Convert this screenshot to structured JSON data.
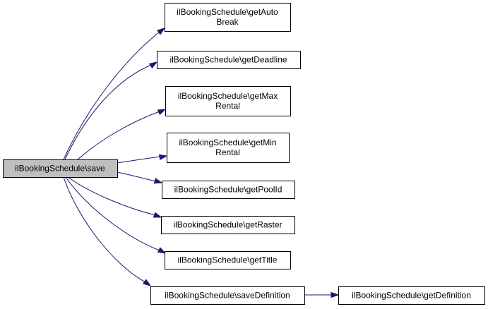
{
  "colors": {
    "edge": "#191970",
    "root_fill": "#bfbfbf",
    "node_fill": "#ffffff",
    "node_border": "#000000"
  },
  "nodes": {
    "save": {
      "lines": [
        "ilBookingSchedule\\save"
      ]
    },
    "getAutoBreak": {
      "lines": [
        "ilBookingSchedule\\getAuto",
        "Break"
      ]
    },
    "getDeadline": {
      "lines": [
        "ilBookingSchedule\\getDeadline"
      ]
    },
    "getMaxRental": {
      "lines": [
        "ilBookingSchedule\\getMax",
        "Rental"
      ]
    },
    "getMinRental": {
      "lines": [
        "ilBookingSchedule\\getMin",
        "Rental"
      ]
    },
    "getPoolId": {
      "lines": [
        "ilBookingSchedule\\getPoolId"
      ]
    },
    "getRaster": {
      "lines": [
        "ilBookingSchedule\\getRaster"
      ]
    },
    "getTitle": {
      "lines": [
        "ilBookingSchedule\\getTitle"
      ]
    },
    "saveDefinition": {
      "lines": [
        "ilBookingSchedule\\saveDefinition"
      ]
    },
    "getDefinition": {
      "lines": [
        "ilBookingSchedule\\getDefinition"
      ]
    }
  },
  "edges": [
    {
      "from": "save",
      "to": "getAutoBreak"
    },
    {
      "from": "save",
      "to": "getDeadline"
    },
    {
      "from": "save",
      "to": "getMaxRental"
    },
    {
      "from": "save",
      "to": "getMinRental"
    },
    {
      "from": "save",
      "to": "getPoolId"
    },
    {
      "from": "save",
      "to": "getRaster"
    },
    {
      "from": "save",
      "to": "getTitle"
    },
    {
      "from": "save",
      "to": "saveDefinition"
    },
    {
      "from": "saveDefinition",
      "to": "getDefinition"
    }
  ]
}
